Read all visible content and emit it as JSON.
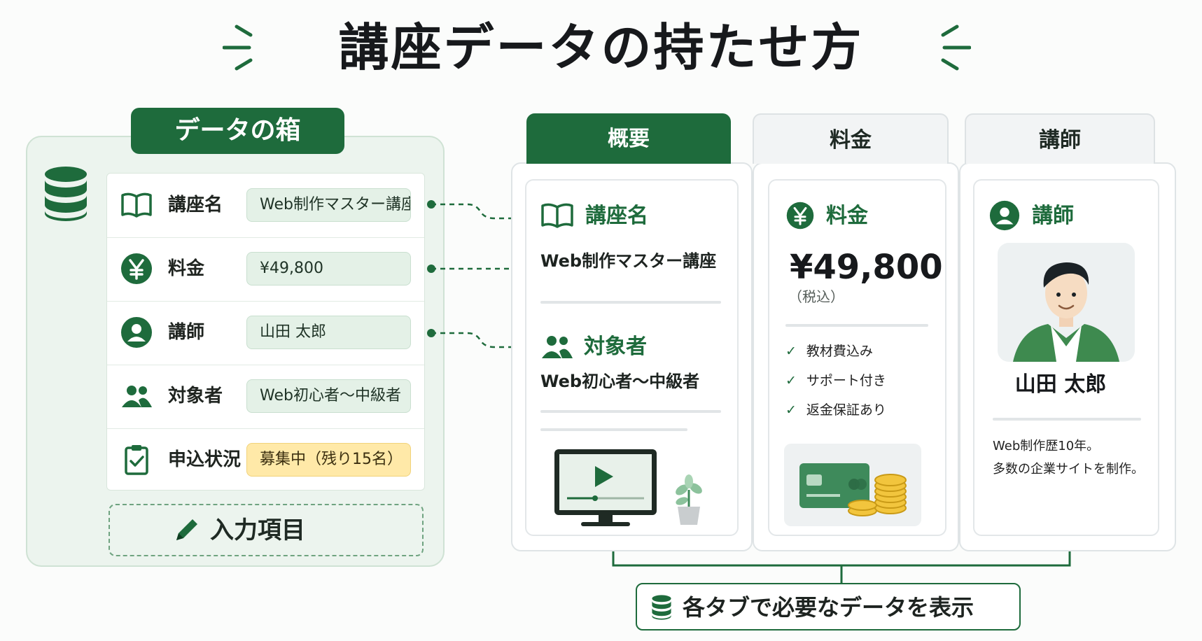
{
  "title": "講座データの持たせ方",
  "data_box": {
    "title": "データの箱",
    "fields": [
      {
        "icon": "book-icon",
        "label": "講座名",
        "value": "Web制作マスター講座"
      },
      {
        "icon": "yen-icon",
        "label": "料金",
        "value": "¥49,800"
      },
      {
        "icon": "person-icon",
        "label": "講師",
        "value": "山田 太郎"
      },
      {
        "icon": "group-icon",
        "label": "対象者",
        "value": "Web初心者〜中級者"
      },
      {
        "icon": "clipboard-check-icon",
        "label": "申込状況",
        "value": "募集中（残り15名）"
      }
    ],
    "input_label": "入力項目"
  },
  "tabs": {
    "overview": {
      "label": "概要",
      "course_heading": "講座名",
      "course_value": "Web制作マスター講座",
      "audience_heading": "対象者",
      "audience_value": "Web初心者〜中級者"
    },
    "price": {
      "label": "料金",
      "heading": "料金",
      "amount": "¥49,800",
      "tax_note": "（税込）",
      "features": [
        "教材費込み",
        "サポート付き",
        "返金保証あり"
      ]
    },
    "teacher": {
      "label": "講師",
      "heading": "講師",
      "name": "山田 太郎",
      "bio": [
        "Web制作歴10年。",
        "多数の企業サイトを制作。"
      ]
    }
  },
  "footer": "各タブで必要なデータを表示",
  "colors": {
    "accent": "#1e6b3c",
    "highlight": "#ffe9a8",
    "field_bg": "#e4f1e7"
  }
}
